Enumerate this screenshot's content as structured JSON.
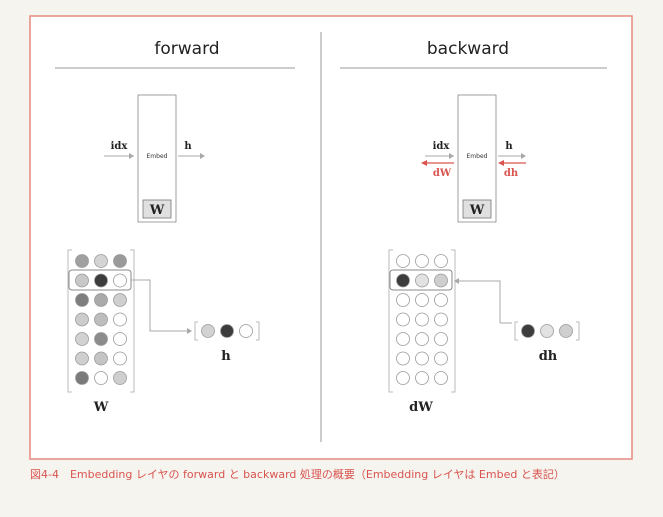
{
  "panels": {
    "forward": {
      "title": "forward",
      "input_label": "idx",
      "output_label": "h",
      "layer_label": "Embed",
      "weight_label": "W",
      "matrix_label": "W",
      "vector_label": "h",
      "matrix_shades": [
        [
          "#a0a0a0",
          "#d4d4d4",
          "#9a9a9a"
        ],
        [
          "#c8c8c8",
          "#3c3c3c",
          "#ffffff"
        ],
        [
          "#7e7e7e",
          "#aaaaaa",
          "#cfcfcf"
        ],
        [
          "#cccccc",
          "#bdbdbd",
          "#ffffff"
        ],
        [
          "#d2d2d2",
          "#8c8c8c",
          "#ffffff"
        ],
        [
          "#cfcfcf",
          "#c4c4c4",
          "#ffffff"
        ],
        [
          "#7a7a7a",
          "#ffffff",
          "#cfcfcf"
        ]
      ],
      "vector_shades": [
        "#d2d2d2",
        "#3c3c3c",
        "#ffffff"
      ],
      "highlight_row": 1
    },
    "backward": {
      "title": "backward",
      "input_label": "idx",
      "output_label": "h",
      "grad_in_label": "dW",
      "grad_out_label": "dh",
      "layer_label": "Embed",
      "weight_label": "W",
      "matrix_label": "dW",
      "vector_label": "dh",
      "matrix_shades": [
        [
          "#ffffff",
          "#ffffff",
          "#ffffff"
        ],
        [
          "#3c3c3c",
          "#e2e2e2",
          "#cfcfcf"
        ],
        [
          "#ffffff",
          "#ffffff",
          "#ffffff"
        ],
        [
          "#ffffff",
          "#ffffff",
          "#ffffff"
        ],
        [
          "#ffffff",
          "#ffffff",
          "#ffffff"
        ],
        [
          "#ffffff",
          "#ffffff",
          "#ffffff"
        ],
        [
          "#ffffff",
          "#ffffff",
          "#ffffff"
        ]
      ],
      "vector_shades": [
        "#3c3c3c",
        "#e2e2e2",
        "#cfcfcf"
      ],
      "highlight_row": 1
    }
  },
  "caption": "図4-4　Embedding レイヤの forward と backward 処理の概要（Embedding レイヤは Embed と表記）",
  "colors": {
    "frame": "#e58a80",
    "gradient": "#d9534f",
    "arrow": "#a8a8a8"
  }
}
